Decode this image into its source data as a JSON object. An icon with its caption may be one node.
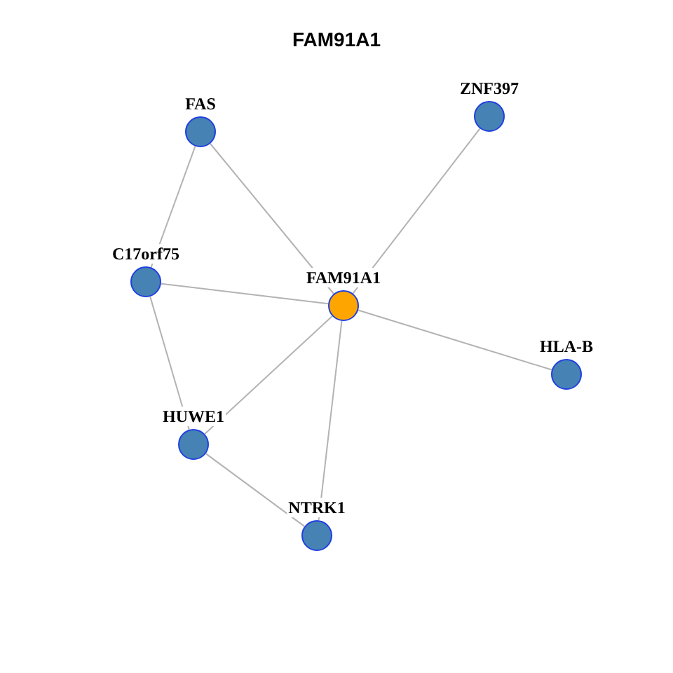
{
  "diagram": {
    "title": "FAM91A1",
    "nodes": [
      {
        "text": [
          "ZNF397"
        ]
      },
      {
        "text": [
          "FAS"
        ]
      },
      {
        "text": [
          "C17orf75"
        ]
      },
      {
        "text": [
          "FAM91A1"
        ]
      },
      {
        "text": [
          "HLA-B"
        ]
      },
      {
        "text": [
          "HUWE1"
        ]
      },
      {
        "text": [
          "NTRK1"
        ]
      }
    ],
    "edges": [
      {
        "from": 1,
        "to": 2,
        "arrow": "none"
      },
      {
        "from": 1,
        "to": 3,
        "arrow": "none"
      },
      {
        "from": 0,
        "to": 3,
        "arrow": "none"
      },
      {
        "from": 2,
        "to": 3,
        "arrow": "none"
      },
      {
        "from": 2,
        "to": 5,
        "arrow": "none"
      },
      {
        "from": 3,
        "to": 4,
        "arrow": "none"
      },
      {
        "from": 3,
        "to": 5,
        "arrow": "none"
      },
      {
        "from": 3,
        "to": 6,
        "arrow": "none"
      },
      {
        "from": 5,
        "to": 6,
        "arrow": "none"
      }
    ]
  }
}
